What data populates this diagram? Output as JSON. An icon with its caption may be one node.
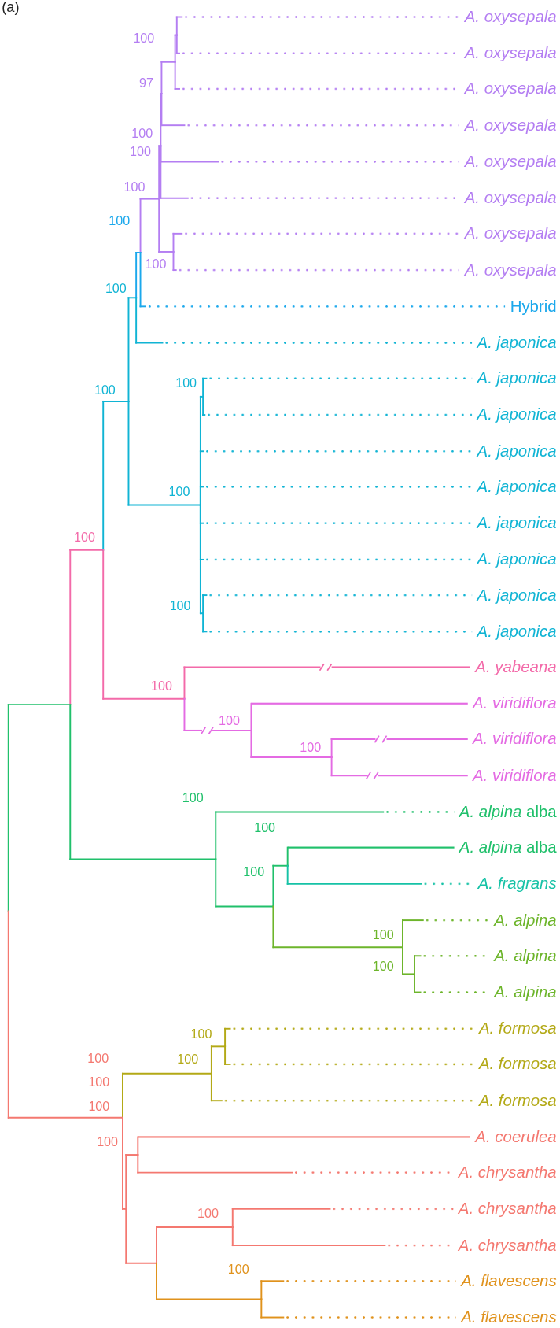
{
  "diagram": {
    "labels": [
      "(a)",
      "A. oxysepala",
      "100",
      "A. oxysepala",
      "97",
      "A. oxysepala",
      "A. oxysepala",
      "100",
      "100",
      "A. oxysepala",
      "100",
      "A. oxysepala",
      "100",
      "A. oxysepala",
      "100",
      "A. oxysepala",
      "100",
      "Hybrid",
      "A. japonica",
      "A. japonica",
      "100",
      "100",
      "A. japonica",
      "A. japonica",
      "100",
      "A. japonica",
      "A. japonica",
      "100",
      "A. japonica",
      "A. japonica",
      "100",
      "A. japonica",
      "A. yabeana",
      "100",
      "A. viridiflora",
      "100",
      "A. viridiflora",
      "100",
      "A. viridiflora",
      "100",
      "*A. alpina* alba",
      "100",
      "*A. alpina* alba",
      "100",
      "A. fragrans",
      "A. alpina",
      "100",
      "A. alpina",
      "100",
      "A. alpina",
      "A. formosa",
      "100",
      "100",
      "100",
      "A. formosa",
      "100",
      "A. formosa",
      "100",
      "A. coerulea",
      "100",
      "A. chrysantha",
      "A. chrysantha",
      "100",
      "A. chrysantha",
      "100",
      "A. flavescens",
      "A. flavescens"
    ]
  }
}
